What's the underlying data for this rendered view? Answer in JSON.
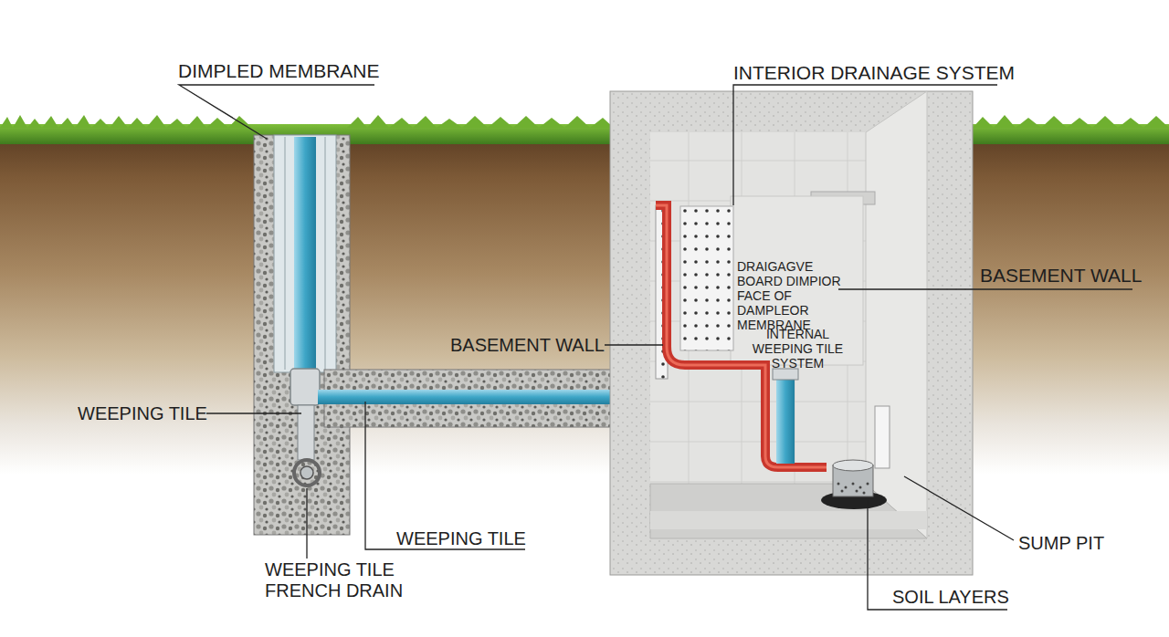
{
  "diagram": {
    "labels": [
      "DIMPLED MEMBRANE",
      "INTERIOR DRAINAGE SYSTEM",
      "DRAIGAGVE BOARD DIMPIOR FACE OF DAMPLEOR MEMBRANE",
      "BASEMENT WALL",
      "BASEMENT WALL",
      "INTERNAL WEEPING TILE SYSTEM",
      "WEEPING TILE",
      "WEEPING TILE",
      "WEEPING TILE FRENCH DRAIN",
      "SUMP PIT",
      "SOIL LAYERS"
    ]
  }
}
